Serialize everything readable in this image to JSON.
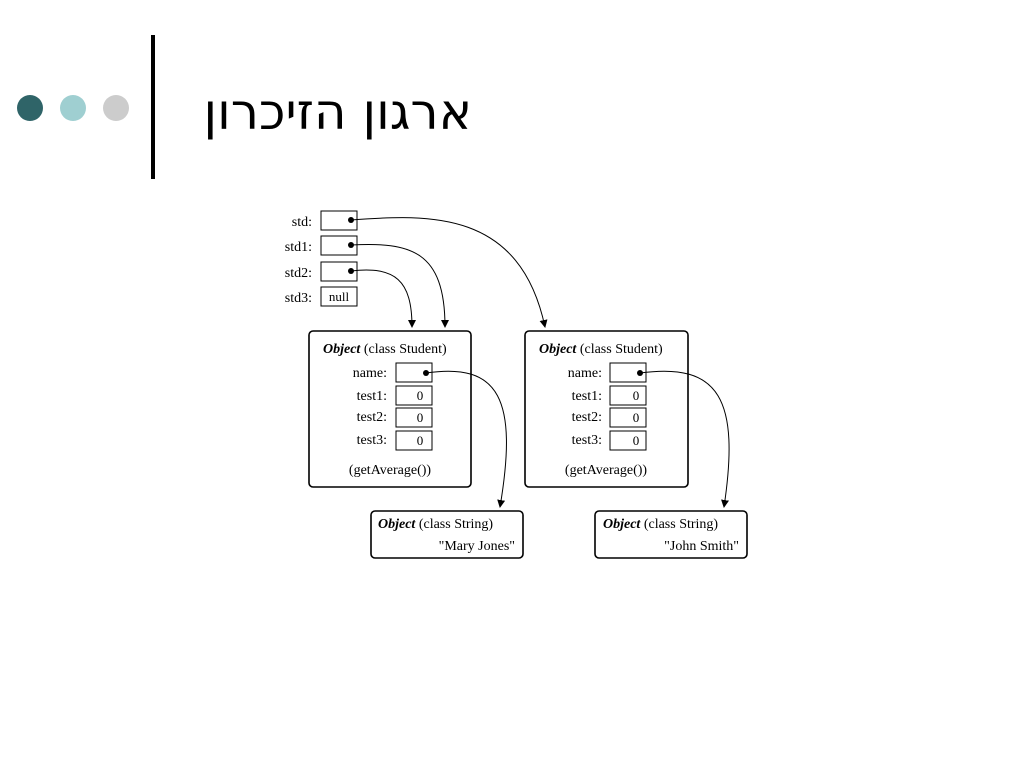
{
  "slide": {
    "title": "ארגון הזיכרון",
    "colors": {
      "dot_dark": "#2f6468",
      "dot_mid": "#9fcfd1",
      "dot_light": "#cccccc"
    }
  },
  "diagram": {
    "variables": [
      {
        "name": "std:",
        "value": ""
      },
      {
        "name": "std1:",
        "value": ""
      },
      {
        "name": "std2:",
        "value": ""
      },
      {
        "name": "std3:",
        "value": "null"
      }
    ],
    "student_objects": [
      {
        "header_em": "Object",
        "header_rest": " (class Student)",
        "fields": [
          {
            "name": "name:",
            "value": ""
          },
          {
            "name": "test1:",
            "value": "0"
          },
          {
            "name": "test2:",
            "value": "0"
          },
          {
            "name": "test3:",
            "value": "0"
          }
        ],
        "method": "(getAverage())"
      },
      {
        "header_em": "Object",
        "header_rest": " (class Student)",
        "fields": [
          {
            "name": "name:",
            "value": ""
          },
          {
            "name": "test1:",
            "value": "0"
          },
          {
            "name": "test2:",
            "value": "0"
          },
          {
            "name": "test3:",
            "value": "0"
          }
        ],
        "method": "(getAverage())"
      }
    ],
    "string_objects": [
      {
        "header_em": "Object",
        "header_rest": " (class String)",
        "value": "\"Mary Jones\""
      },
      {
        "header_em": "Object",
        "header_rest": " (class String)",
        "value": "\"John Smith\""
      }
    ]
  }
}
